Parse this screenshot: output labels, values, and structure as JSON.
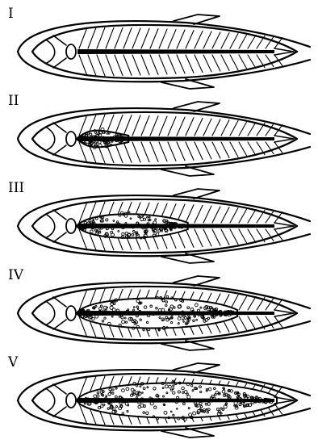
{
  "stages": [
    {
      "label": "I",
      "fill_level": 0.0
    },
    {
      "label": "II",
      "fill_level": 0.25
    },
    {
      "label": "III",
      "fill_level": 0.55
    },
    {
      "label": "IV",
      "fill_level": 0.8
    },
    {
      "label": "V",
      "fill_level": 1.0
    }
  ],
  "colors": {
    "ink": "#000000",
    "paper": "#ffffff"
  }
}
